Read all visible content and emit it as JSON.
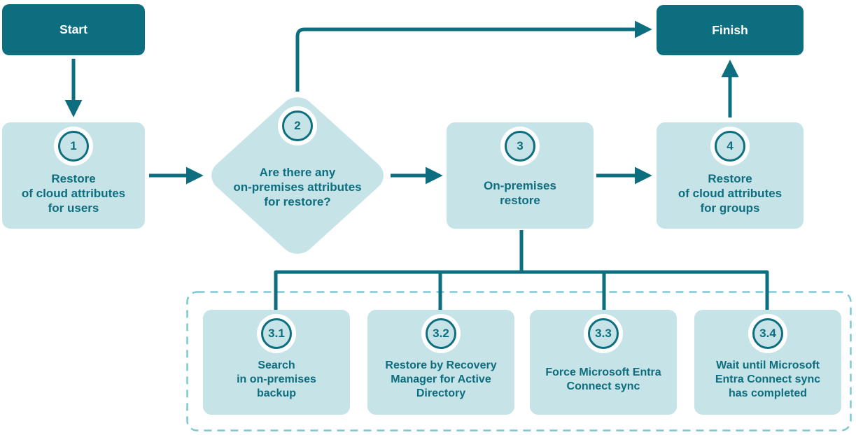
{
  "colors": {
    "dark_teal": "#0c6e7e",
    "light_teal": "#c6e3e7",
    "dashed_border": "#7ec9d1",
    "text_on_dark": "#ffffff"
  },
  "flowchart": {
    "start_label": "Start",
    "finish_label": "Finish",
    "steps": [
      {
        "number": "1",
        "shape": "rounded-rect",
        "label": "Restore\nof cloud attributes\nfor users"
      },
      {
        "number": "2",
        "shape": "diamond",
        "label": "Are there any\non-premises attributes\nfor restore?"
      },
      {
        "number": "3",
        "shape": "rounded-rect",
        "label": "On-premises\nrestore"
      },
      {
        "number": "4",
        "shape": "rounded-rect",
        "label": "Restore\nof cloud attributes\nfor groups"
      }
    ],
    "substeps": [
      {
        "number": "3.1",
        "label": "Search\nin on-premises\nbackup"
      },
      {
        "number": "3.2",
        "label": "Restore by Recovery\nManager for Active\nDirectory"
      },
      {
        "number": "3.3",
        "label": "Force Microsoft Entra\nConnect sync"
      },
      {
        "number": "3.4",
        "label": "Wait until Microsoft\nEntra Connect sync\nhas completed"
      }
    ]
  }
}
